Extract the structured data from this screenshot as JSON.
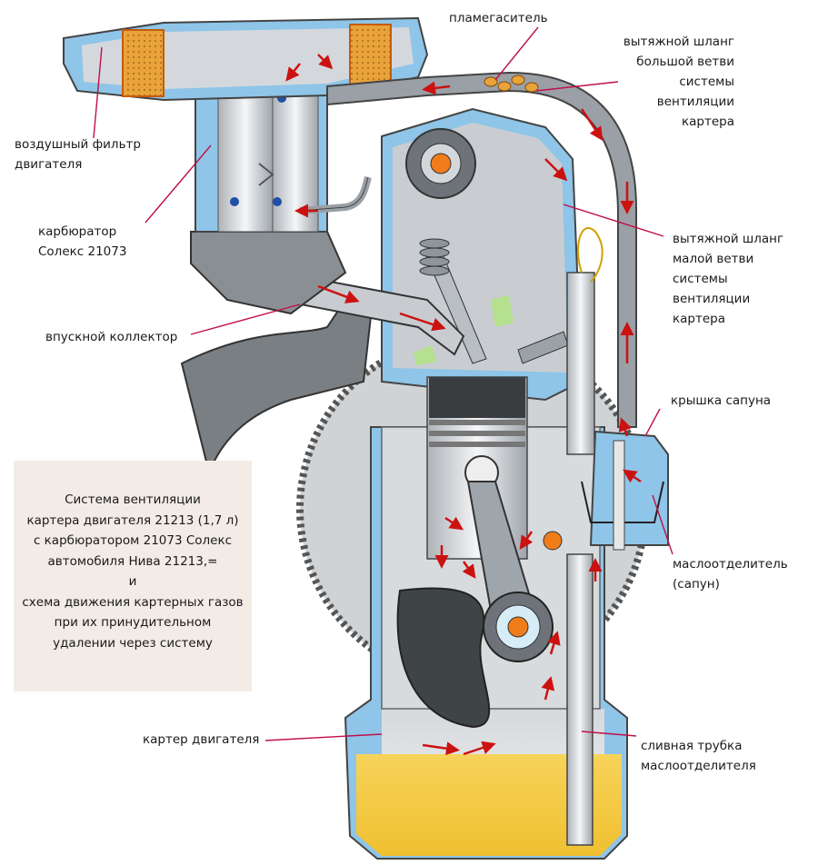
{
  "labels": {
    "flame_arrester": "пламегаситель",
    "big_hose": [
      "вытяжной шланг",
      "большой ветви",
      "системы",
      "вентиляции",
      "картера"
    ],
    "air_filter": [
      "воздушный фильтр",
      "двигателя"
    ],
    "carburetor": [
      "карбюратор",
      "Солекс 21073"
    ],
    "small_hose": [
      "вытяжной шланг",
      "малой ветви",
      "системы",
      "вентиляции",
      "картера"
    ],
    "intake_manifold": "впускной коллектор",
    "breather_cap": "крышка сапуна",
    "oil_separator": [
      "маслоотделитель",
      "(сапун)"
    ],
    "crankcase": "картер двигателя",
    "drain_tube": [
      "сливная трубка",
      "маслоотделителя"
    ]
  },
  "caption": [
    "Система вентиляции",
    "картера двигателя 21213 (1,7 л)",
    "с карбюратором 21073 Солекс",
    "автомобиля Нива 21213,=",
    "и",
    "схема движения картерных газов",
    "при их принудительном",
    "удалении через систему"
  ],
  "colors": {
    "coolant_blue": "#8ec5e8",
    "block_grey": "#c8ccd0",
    "oil_yellow": "#f5c842",
    "flow_arrow": "#cc1111",
    "filter_element": "#e8a33a",
    "leader_line": "#c0104a"
  }
}
